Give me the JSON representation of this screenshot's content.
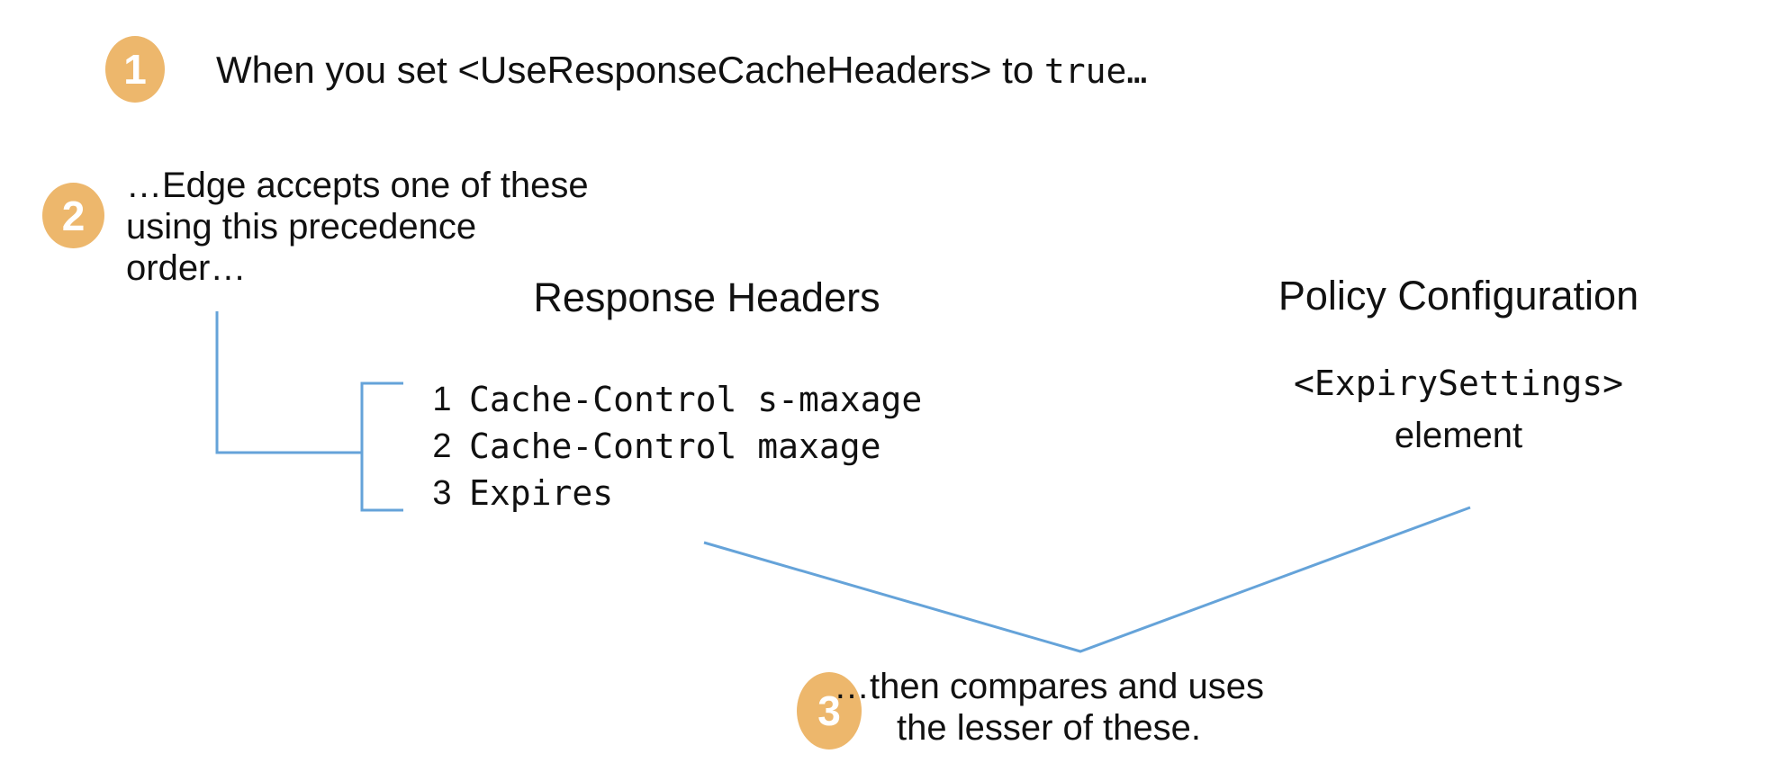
{
  "steps": [
    {
      "number": "1",
      "text_before_code": "When you set <UseResponseCacheHeaders> to ",
      "code": "true",
      "text_after_code": "…"
    },
    {
      "number": "2",
      "lines": [
        "…Edge accepts one of these",
        "using this precedence",
        "order…"
      ]
    },
    {
      "number": "3",
      "lines": [
        "…then compares and uses",
        "the lesser of these."
      ]
    }
  ],
  "response_headers": {
    "title": "Response Headers",
    "items": [
      {
        "rank": "1",
        "header": "Cache-Control s-maxage"
      },
      {
        "rank": "2",
        "header": "Cache-Control maxage"
      },
      {
        "rank": "3",
        "header": "Expires"
      }
    ]
  },
  "policy_configuration": {
    "title": "Policy Configuration",
    "code": "<ExpirySettings>",
    "label": "element"
  },
  "colors": {
    "step_badge_orange": "#EDB76C",
    "connector_blue": "#65A3D9",
    "text_black": "#111111"
  }
}
